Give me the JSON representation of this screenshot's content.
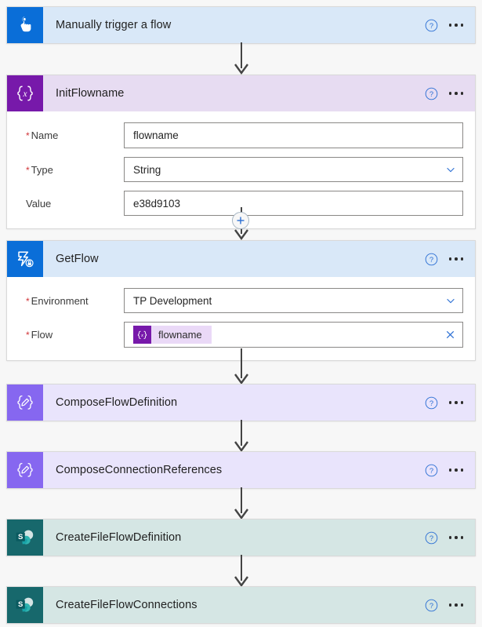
{
  "theme": {
    "page_bg": "#f7f7f7",
    "trigger_header": "#d9e8f8",
    "variable_header": "#e7dcf2",
    "compose_header": "#e9e4fc",
    "sharepoint_header": "#d5e6e4",
    "trigger_icon_bg": "#0a6ed8",
    "variable_icon_bg": "#7719aa",
    "compose_icon_bg": "#8667f0",
    "sharepoint_icon_bg": "#17686c",
    "accent_blue": "#0a6ed8",
    "required_red": "#d13438",
    "connector_gray": "#444444"
  },
  "common": {
    "help_icon": "help-circle-icon",
    "menu_icon": "ellipsis-icon",
    "insert_icon": "plus-icon",
    "chevron_icon": "chevron-down-icon",
    "clear_icon": "close-x-icon"
  },
  "flow": {
    "steps": [
      {
        "id": "trigger",
        "title": "Manually trigger a flow",
        "icon": "manual-trigger-hand-icon",
        "style": "tint-blue"
      },
      {
        "id": "init-flowname",
        "title": "InitFlowname",
        "icon": "initialize-variable-icon",
        "style": "tint-purple",
        "fields": [
          {
            "label": "Name",
            "required": true,
            "value": "flowname",
            "control": "text"
          },
          {
            "label": "Type",
            "required": true,
            "value": "String",
            "control": "dropdown"
          },
          {
            "label": "Value",
            "required": false,
            "value": "e38d9103",
            "control": "text"
          }
        ]
      },
      {
        "id": "get-flow",
        "title": "GetFlow",
        "icon": "power-automate-lock-icon",
        "style": "tint-blue",
        "fields": [
          {
            "label": "Environment",
            "required": true,
            "value": "TP Development",
            "control": "dropdown"
          },
          {
            "label": "Flow",
            "required": true,
            "token": "flowname",
            "control": "token"
          }
        ]
      },
      {
        "id": "compose-flow-definition",
        "title": "ComposeFlowDefinition",
        "icon": "compose-icon",
        "style": "tint-violet"
      },
      {
        "id": "compose-connection-references",
        "title": "ComposeConnectionReferences",
        "icon": "compose-icon",
        "style": "tint-violet"
      },
      {
        "id": "create-file-flow-definition",
        "title": "CreateFileFlowDefinition",
        "icon": "sharepoint-icon",
        "style": "tint-teal"
      },
      {
        "id": "create-file-flow-connections",
        "title": "CreateFileFlowConnections",
        "icon": "sharepoint-icon",
        "style": "tint-teal"
      }
    ]
  }
}
